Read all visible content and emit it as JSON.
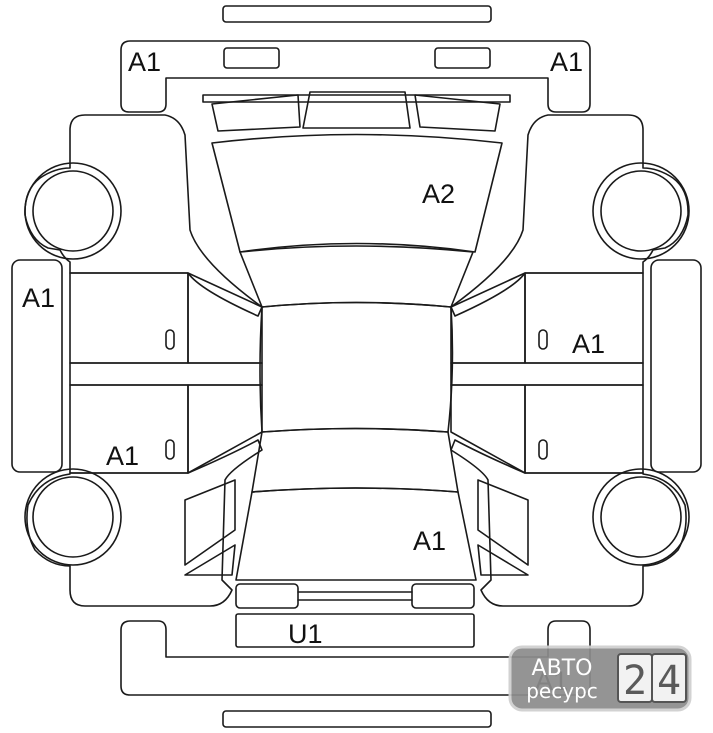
{
  "diagram": {
    "grades": {
      "front_left_bumper": "A1",
      "front_right_bumper": "A1",
      "left_side": "A1",
      "right_front_door": "A1",
      "left_rear_door": "A1",
      "windshield": "A2",
      "roof_rear": "A1",
      "rear_panel": "U1",
      "rear_bumper": "A1"
    }
  },
  "watermark": {
    "line1": "АВТО",
    "line2": "ресурс",
    "digit1": "2",
    "digit2": "4"
  }
}
